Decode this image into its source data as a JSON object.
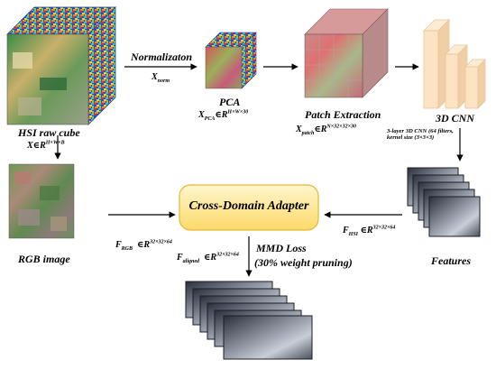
{
  "labels": {
    "hsi_cube": {
      "title": "HSI raw cube",
      "sym": "X",
      "rel": "∈R",
      "sup": "H×W×B"
    },
    "normalization": {
      "title": "Normalizaton",
      "sym": "X",
      "sub": "norm"
    },
    "pca": {
      "title": "PCA",
      "sym": "X",
      "sub": "PCA",
      "rel": "∈R",
      "sup": "H×W×30"
    },
    "patch": {
      "title": "Patch Extraction",
      "sym": "X",
      "sub": "patch",
      "rel": "∈R",
      "sup": "N×32×32×30"
    },
    "cnn": {
      "title": "3D CNN",
      "desc_line1": "3-layer 3D CNN (64 filters,",
      "desc_line2": "kernel size (3×3×3)"
    },
    "rgb": {
      "title": "RGB image",
      "sym": "F",
      "sub": "RGB",
      "rel": "∈R",
      "sup": "32×32×64"
    },
    "adapter": {
      "title": "Cross-Domain Adapter"
    },
    "features": {
      "title": "Features",
      "sym": "F",
      "sub": "HSI",
      "rel": "∈R",
      "sup": "32×32×64"
    },
    "aligned": {
      "sym": "F",
      "sub": "aligned",
      "rel": "∈R",
      "sup": "32×32×64"
    },
    "mmd": {
      "line1": "MMD Loss",
      "line2": "(30% weight pruning)"
    }
  },
  "colors": {
    "adapter_fill_top": "#fff6cc",
    "adapter_fill_bottom": "#fcd96a",
    "adapter_border": "#e3b83a",
    "cnn_fill": "#fbe3c3",
    "cnn_edge": "#e8c49a"
  }
}
